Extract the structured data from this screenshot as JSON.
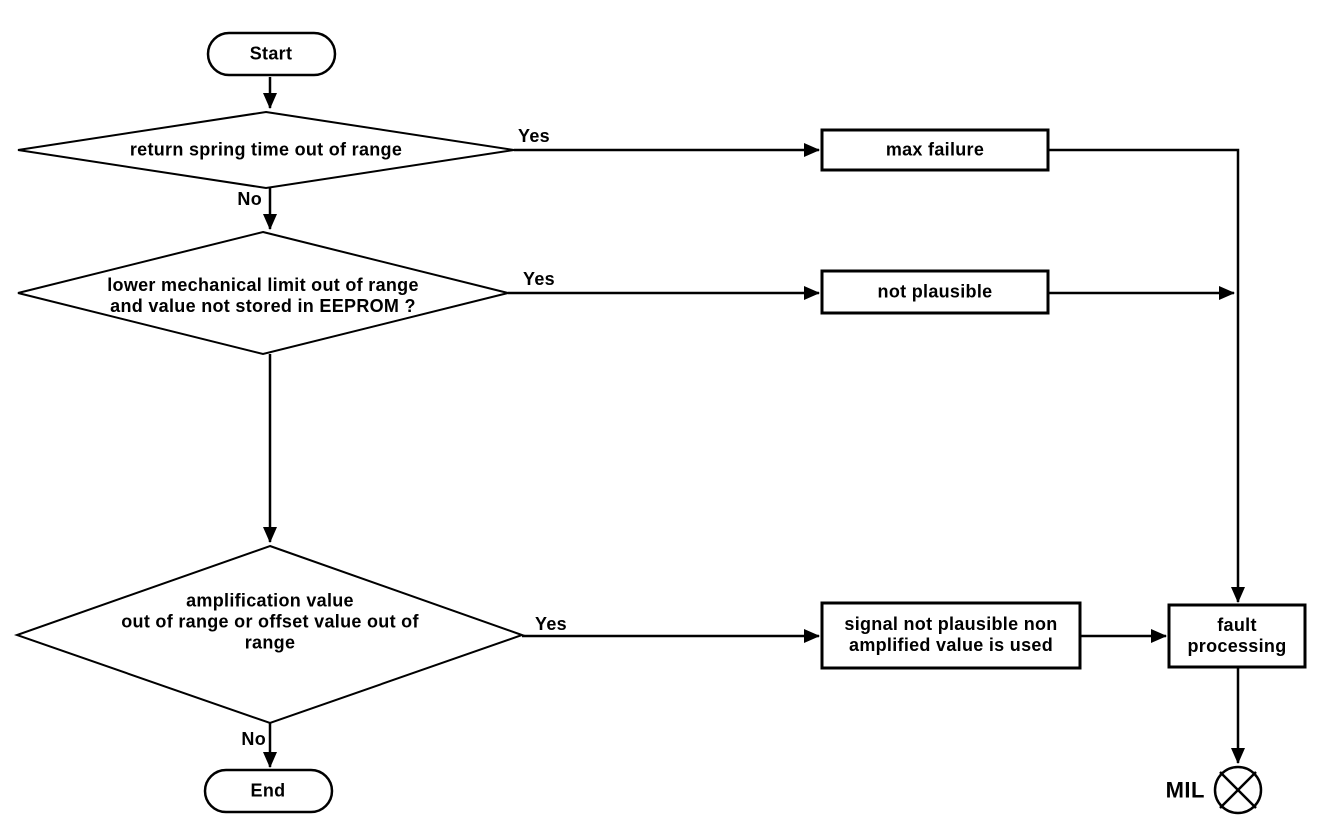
{
  "diagram": {
    "type": "flowchart",
    "background_color": "#ffffff",
    "line_color": "#000000",
    "text_color": "#000000",
    "nodes": {
      "start": {
        "label": "Start"
      },
      "decision1": {
        "label": "return spring time out of range"
      },
      "decision2": {
        "line1": "lower mechanical limit out of range",
        "line2": "and value not stored in EEPROM ?"
      },
      "decision3": {
        "line1": "amplification value",
        "line2": "out of range or offset value out of",
        "line3": "range"
      },
      "max_failure": {
        "label": "max failure"
      },
      "not_plausible": {
        "label": "not plausible"
      },
      "signal_not_plausible": {
        "line1": "signal not plausible non",
        "line2": "amplified value is used"
      },
      "fault_processing": {
        "line1": "fault",
        "line2": "processing"
      },
      "end": {
        "label": "End"
      },
      "mil": {
        "label": "MIL"
      }
    },
    "edge_labels": {
      "decision1_yes": "Yes",
      "decision1_no": "No",
      "decision2_yes": "Yes",
      "decision3_yes": "Yes",
      "decision3_no": "No"
    }
  }
}
